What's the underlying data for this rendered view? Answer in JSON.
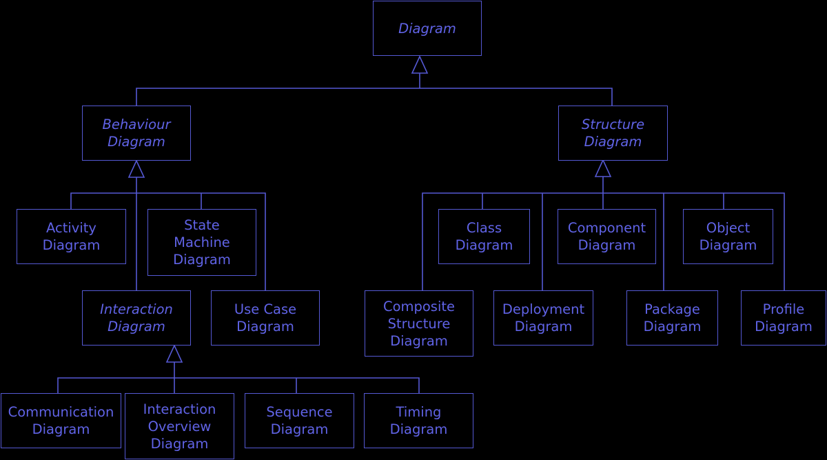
{
  "colors": {
    "background": "#000000",
    "line": "#5559d4",
    "text": "#6063e6"
  },
  "nodes": {
    "diagram": "Diagram",
    "behaviour": "Behaviour\nDiagram",
    "structure": "Structure\nDiagram",
    "activity": "Activity\nDiagram",
    "state_machine": "State\nMachine\nDiagram",
    "interaction": "Interaction\nDiagram",
    "use_case": "Use Case\nDiagram",
    "communication": "Communication\nDiagram",
    "interaction_overview": "Interaction\nOverview\nDiagram",
    "sequence": "Sequence\nDiagram",
    "timing": "Timing\nDiagram",
    "class": "Class\nDiagram",
    "component": "Component\nDiagram",
    "object": "Object\nDiagram",
    "composite_structure": "Composite\nStructure\nDiagram",
    "deployment": "Deployment\nDiagram",
    "package": "Package\nDiagram",
    "profile": "Profile\nDiagram"
  }
}
